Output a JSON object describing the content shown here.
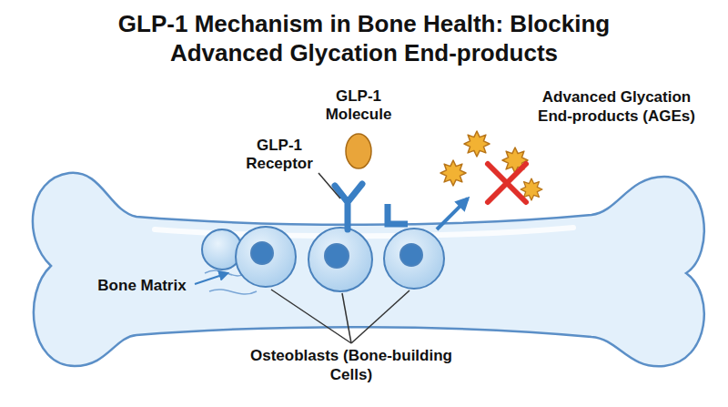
{
  "diagram": {
    "title": "GLP-1 Mechanism in Bone Health: Blocking Advanced Glycation End-products",
    "labels": [
      "GLP-1 Molecule",
      "GLP-1 Receptor",
      "Advanced Glycation End-products (AGEs)",
      "Bone Matrix",
      "Osteoblasts (Bone-building Cells)"
    ]
  }
}
